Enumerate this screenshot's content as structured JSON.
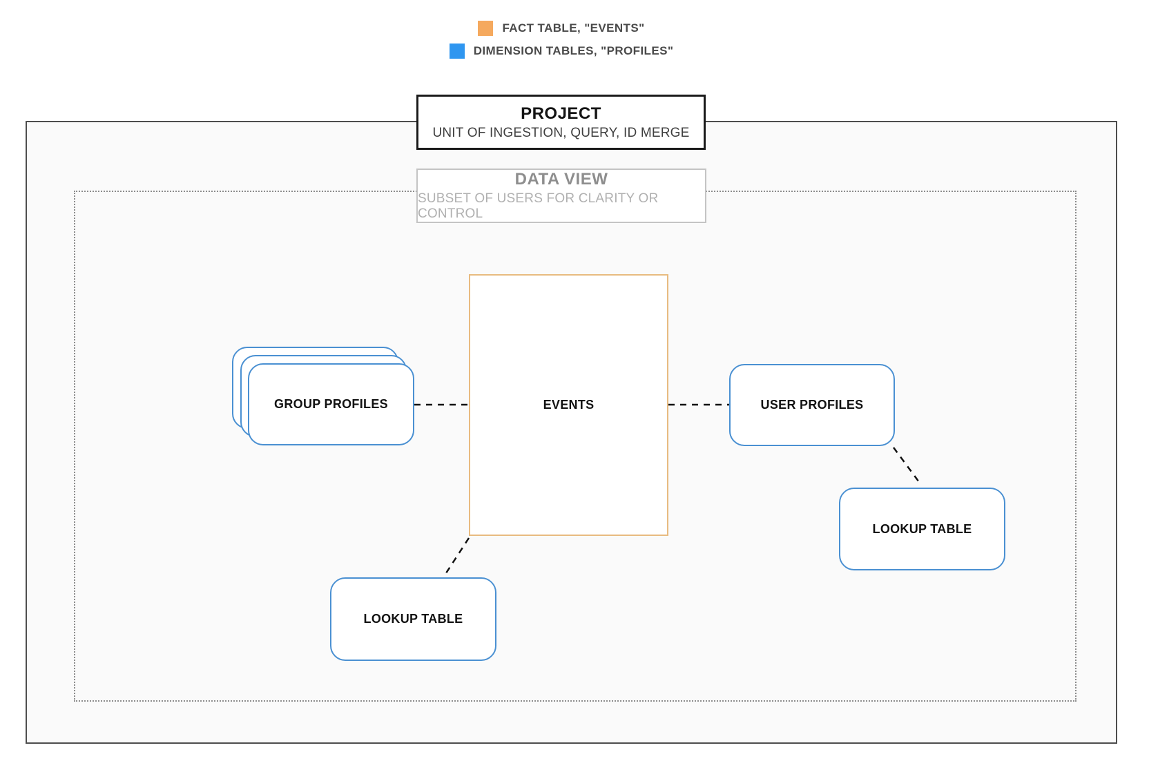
{
  "legend": {
    "items": [
      {
        "id": "fact",
        "label": "FACT TABLE, \"EVENTS\"",
        "color": "#F5A95E"
      },
      {
        "id": "dimension",
        "label": "DIMENSION TABLES, \"PROFILES\"",
        "color": "#2F96F0"
      }
    ]
  },
  "project": {
    "title": "PROJECT",
    "subtitle": "UNIT OF INGESTION, QUERY, ID MERGE"
  },
  "data_view": {
    "title": "DATA VIEW",
    "subtitle": "SUBSET OF USERS FOR CLARITY OR CONTROL"
  },
  "nodes": {
    "events": {
      "label": "EVENTS",
      "kind": "fact"
    },
    "group_profiles": {
      "label": "GROUP PROFILES",
      "kind": "dimension",
      "stacked": true
    },
    "user_profiles": {
      "label": "USER PROFILES",
      "kind": "dimension"
    },
    "lookup_table_right": {
      "label": "LOOKUP TABLE",
      "kind": "dimension"
    },
    "lookup_table_bottom": {
      "label": "LOOKUP TABLE",
      "kind": "dimension"
    }
  },
  "edges": [
    {
      "from": "group_profiles",
      "to": "events",
      "style": "dashed"
    },
    {
      "from": "events",
      "to": "user_profiles",
      "style": "dashed"
    },
    {
      "from": "user_profiles",
      "to": "lookup_table_right",
      "style": "dashed"
    },
    {
      "from": "events",
      "to": "lookup_table_bottom",
      "style": "dashed"
    }
  ],
  "colors": {
    "accent_orange": "#F5A95E",
    "accent_blue": "#2F96F0",
    "fact_border": "#E8BB80",
    "dimension_border": "#4A90D2",
    "outer_border": "#4D4D4D",
    "outer_bg": "#FAFAFA",
    "dotted_border": "#8C8C8C",
    "project_border": "#1A1A1A",
    "dataview_border": "#C4C4C4",
    "dataview_title": "#8E8E8E",
    "dataview_subtitle": "#B0B0B0",
    "legend_text": "#4A4A4A",
    "connector": "#111111"
  }
}
